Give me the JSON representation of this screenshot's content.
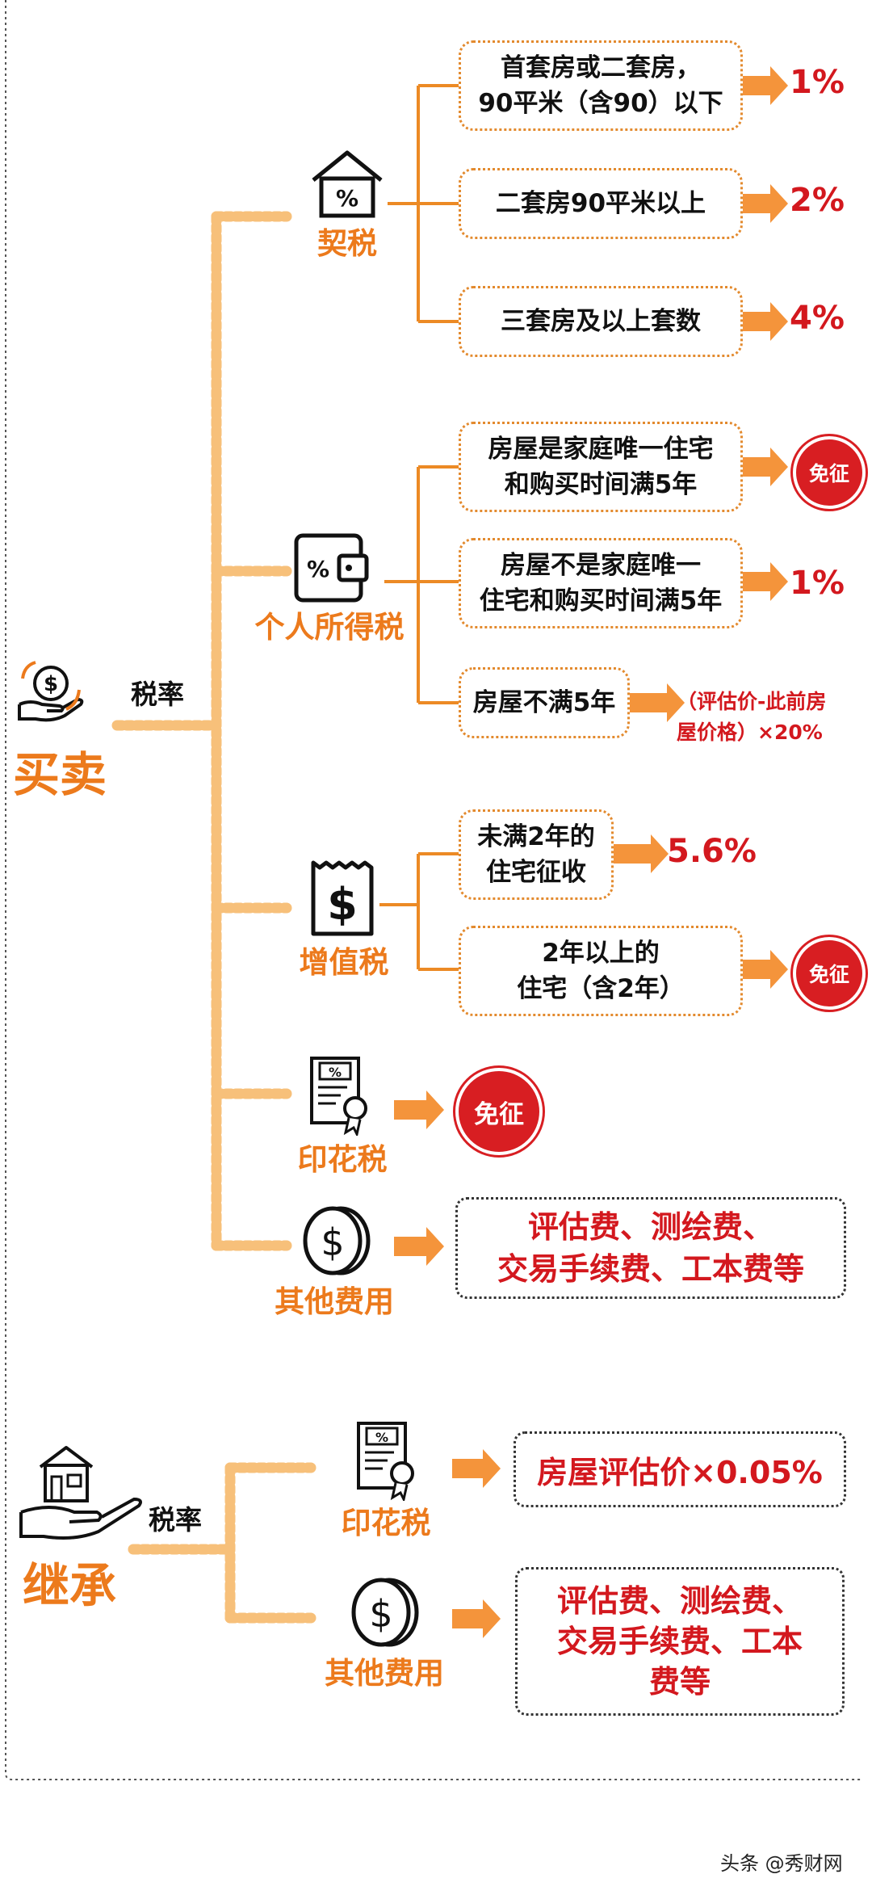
{
  "sale": {
    "title": "买卖",
    "rate": "税率",
    "deed_tax": {
      "label": "契税",
      "rows": [
        {
          "condition": "首套房或二套房，\n90平米（含90）以下",
          "result": "1%"
        },
        {
          "condition": "二套房90平米以上",
          "result": "2%"
        },
        {
          "condition": "三套房及以上套数",
          "result": "4%"
        }
      ]
    },
    "income_tax": {
      "label": "个人所得税",
      "rows": [
        {
          "condition": "房屋是家庭唯一住宅\n和购买时间满5年",
          "result": "免征"
        },
        {
          "condition": "房屋不是家庭唯一\n住宅和购买时间满5年",
          "result": "1%"
        },
        {
          "condition": "房屋不满5年",
          "result": "（评估价-此前房\n屋价格）×20%"
        }
      ]
    },
    "vat": {
      "label": "增值税",
      "rows": [
        {
          "condition": "未满2年的\n住宅征收",
          "result": "5.6%"
        },
        {
          "condition": "2年以上的\n住宅（含2年）",
          "result": "免征"
        }
      ]
    },
    "stamp_tax": {
      "label": "印花税",
      "result": "免征"
    },
    "other_fees": {
      "label": "其他费用",
      "result": "评估费、测绘费、\n交易手续费、工本费等"
    }
  },
  "inherit": {
    "title": "继承",
    "rate": "税率",
    "stamp_tax": {
      "label": "印花税",
      "result": "房屋评估价×0.05%"
    },
    "other_fees": {
      "label": "其他费用",
      "result": "评估费、测绘费、\n交易手续费、工本\n费等"
    }
  },
  "watermark": "头条 @秀财网",
  "colors": {
    "orange": "#ec7a1c",
    "line": "#f39a3c",
    "red": "#d3181e"
  },
  "icons": [
    "house-percent-icon",
    "wallet-percent-icon",
    "receipt-dollar-icon",
    "certificate-icon",
    "coin-dollar-icon",
    "hand-money-icon",
    "hand-house-icon"
  ]
}
